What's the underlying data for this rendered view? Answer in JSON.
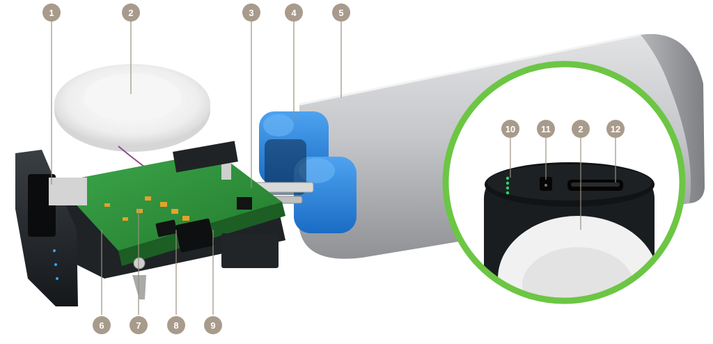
{
  "colors": {
    "badge": "#a89b8c",
    "zoom_ring": "#6cc644",
    "battery_shell": "#c9cacc",
    "battery_sleeve": "#2f86dc",
    "pcb": "#2f8f3a",
    "housing": "#1f2326",
    "led": "#2bd36b"
  },
  "callouts": [
    {
      "number": "1"
    },
    {
      "number": "2"
    },
    {
      "number": "3"
    },
    {
      "number": "4"
    },
    {
      "number": "5"
    },
    {
      "number": "6"
    },
    {
      "number": "7"
    },
    {
      "number": "8"
    },
    {
      "number": "9"
    },
    {
      "number": "10"
    },
    {
      "number": "11"
    },
    {
      "number": "2"
    },
    {
      "number": "12"
    }
  ]
}
